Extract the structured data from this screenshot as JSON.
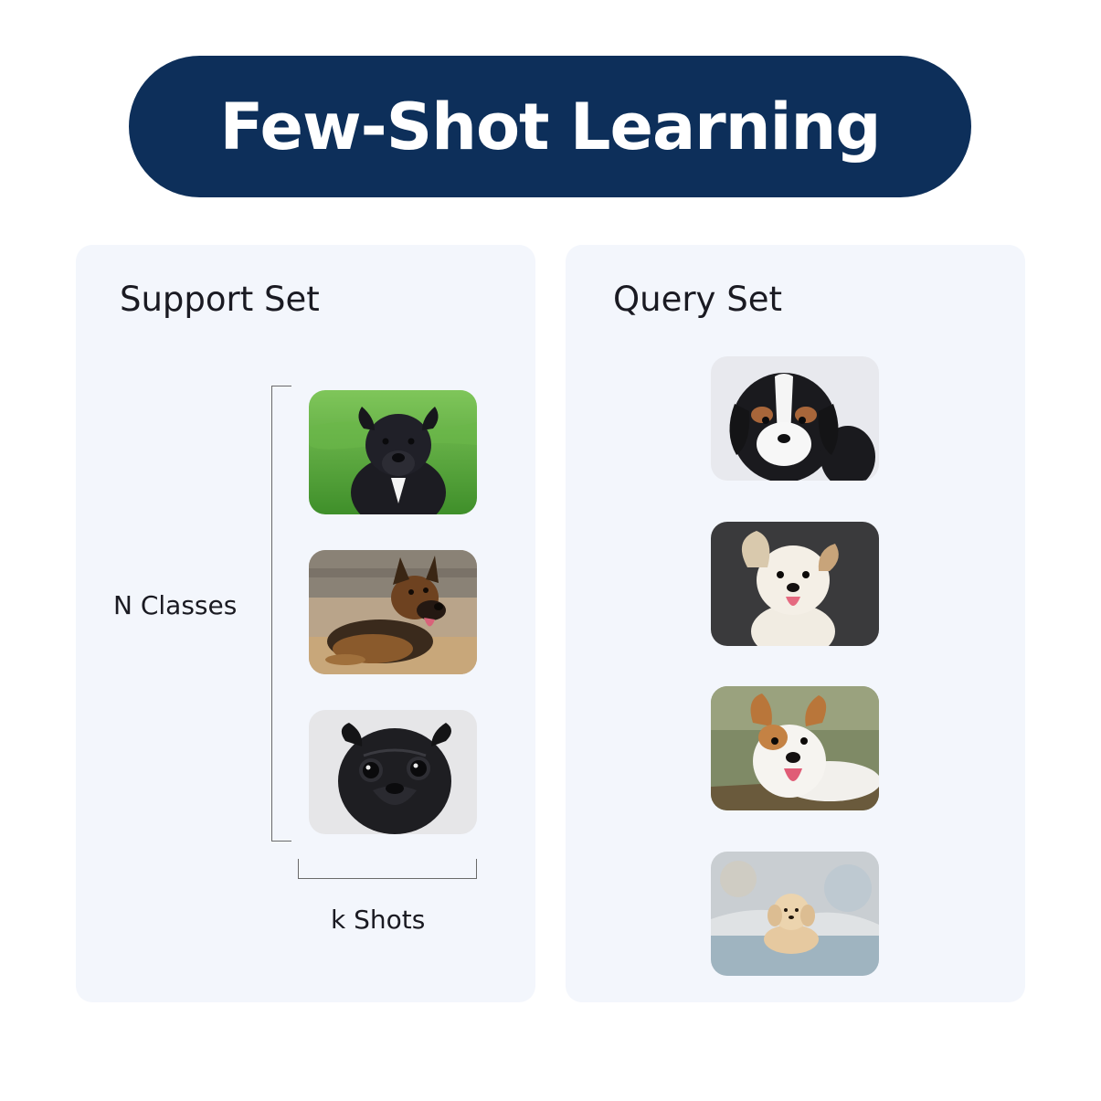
{
  "title": "Few-Shot Learning",
  "support": {
    "title": "Support Set",
    "rows_label": "N Classes",
    "cols_label": "k Shots"
  },
  "query": {
    "title": "Query Set"
  },
  "colors": {
    "title_background": "#0d2f5a",
    "title_text": "#ffffff",
    "panel_background": "#f3f6fc",
    "bracket": "#6a6a6a"
  }
}
